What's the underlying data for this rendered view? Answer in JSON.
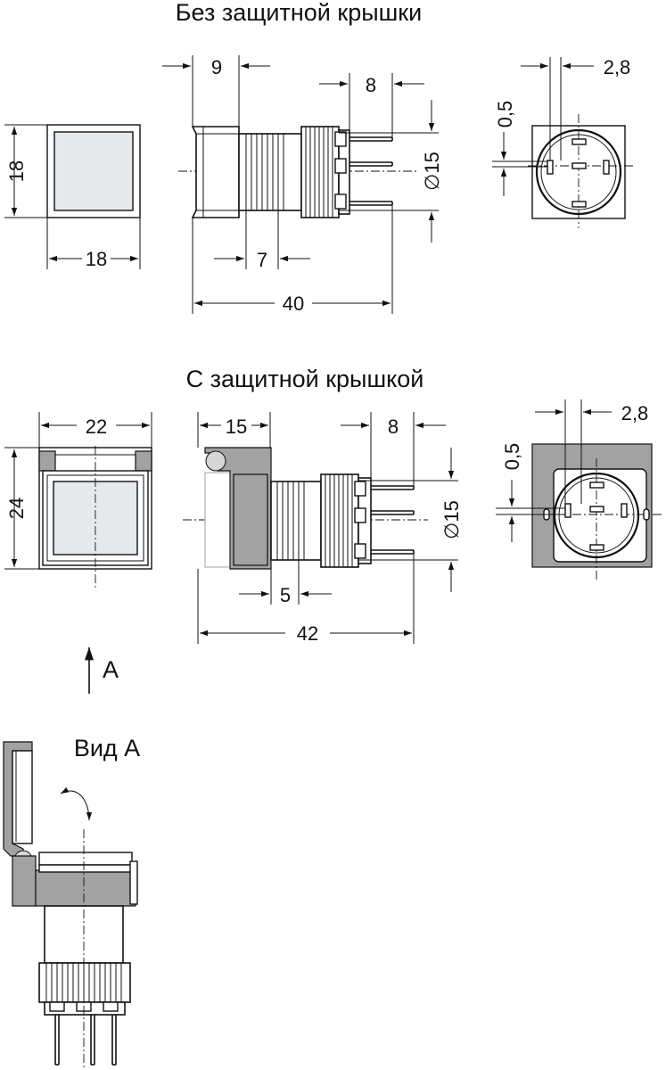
{
  "titles": {
    "without_cover": "Без защитной крышки",
    "with_cover": "С защитной крышкой",
    "view_a": "Вид А",
    "arrow_a": "A"
  },
  "dimensions_without_cover": {
    "front_height": "18",
    "front_width": "18",
    "bezel_depth": "9",
    "terminal_length": "8",
    "diameter": "∅15",
    "thread_length": "7",
    "overall_length": "40",
    "pin_spacing": "2,8",
    "pin_offset": "0,5"
  },
  "dimensions_with_cover": {
    "front_height": "24",
    "front_width": "22",
    "bezel_depth": "15",
    "terminal_length": "8",
    "diameter": "∅15",
    "thread_length": "5",
    "overall_length": "42",
    "pin_spacing": "2,8",
    "pin_offset": "0,5"
  }
}
